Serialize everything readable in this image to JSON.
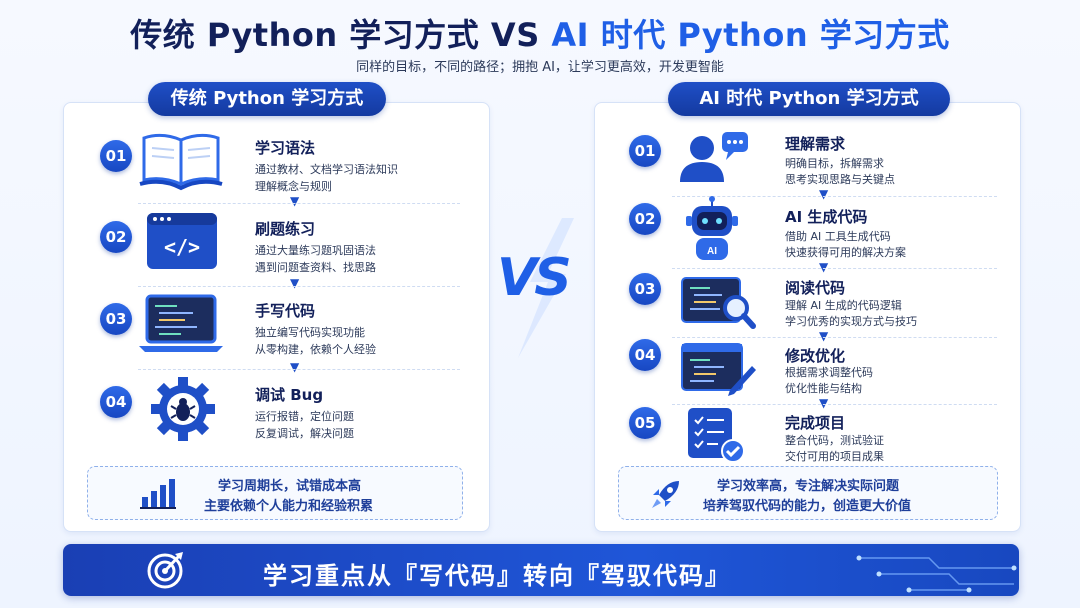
{
  "header": {
    "title_part1": "传统 Python 学习方式 VS ",
    "title_part2": "AI 时代 Python 学习方式",
    "subtitle": "同样的目标，不同的路径；拥抱 AI，让学习更高效，开发更智能"
  },
  "left": {
    "heading": "传统 Python 学习方式",
    "steps": [
      {
        "num": "01",
        "title": "学习语法",
        "lines": [
          "通过教材、文档学习语法知识",
          "理解概念与规则"
        ],
        "icon": "book-icon"
      },
      {
        "num": "02",
        "title": "刷题练习",
        "lines": [
          "通过大量练习题巩固语法",
          "遇到问题查资料、找思路"
        ],
        "icon": "code-window-icon"
      },
      {
        "num": "03",
        "title": "手写代码",
        "lines": [
          "独立编写代码实现功能",
          "从零构建，依赖个人经验"
        ],
        "icon": "laptop-icon"
      },
      {
        "num": "04",
        "title": "调试 Bug",
        "lines": [
          "运行报错，定位问题",
          "反复调试，解决问题"
        ],
        "icon": "bug-gear-icon"
      }
    ],
    "summary": [
      "学习周期长，试错成本高",
      "主要依赖个人能力和经验积累"
    ],
    "summary_icon": "bar-chart-icon"
  },
  "right": {
    "heading": "AI 时代 Python 学习方式",
    "steps": [
      {
        "num": "01",
        "title": "理解需求",
        "lines": [
          "明确目标，拆解需求",
          "思考实现思路与关键点"
        ],
        "icon": "user-chat-icon"
      },
      {
        "num": "02",
        "title": "AI 生成代码",
        "lines": [
          "借助 AI 工具生成代码",
          "快速获得可用的解决方案"
        ],
        "icon": "robot-icon",
        "icon_label": "AI"
      },
      {
        "num": "03",
        "title": "阅读代码",
        "lines": [
          "理解 AI 生成的代码逻辑",
          "学习优秀的实现方式与技巧"
        ],
        "icon": "code-magnifier-icon"
      },
      {
        "num": "04",
        "title": "修改优化",
        "lines": [
          "根据需求调整代码",
          "优化性能与结构"
        ],
        "icon": "code-edit-icon"
      },
      {
        "num": "05",
        "title": "完成项目",
        "lines": [
          "整合代码，测试验证",
          "交付可用的项目成果"
        ],
        "icon": "checklist-icon"
      }
    ],
    "summary": [
      "学习效率高，专注解决实际问题",
      "培养驾驭代码的能力，创造更大价值"
    ],
    "summary_icon": "rocket-icon"
  },
  "vs_label": "VS",
  "banner": {
    "text": "学习重点从『写代码』转向『驾驭代码』",
    "icon": "target-icon"
  },
  "colors": {
    "primary": "#1f4fc7",
    "accent": "#1f5fe6",
    "dark": "#12205a"
  }
}
